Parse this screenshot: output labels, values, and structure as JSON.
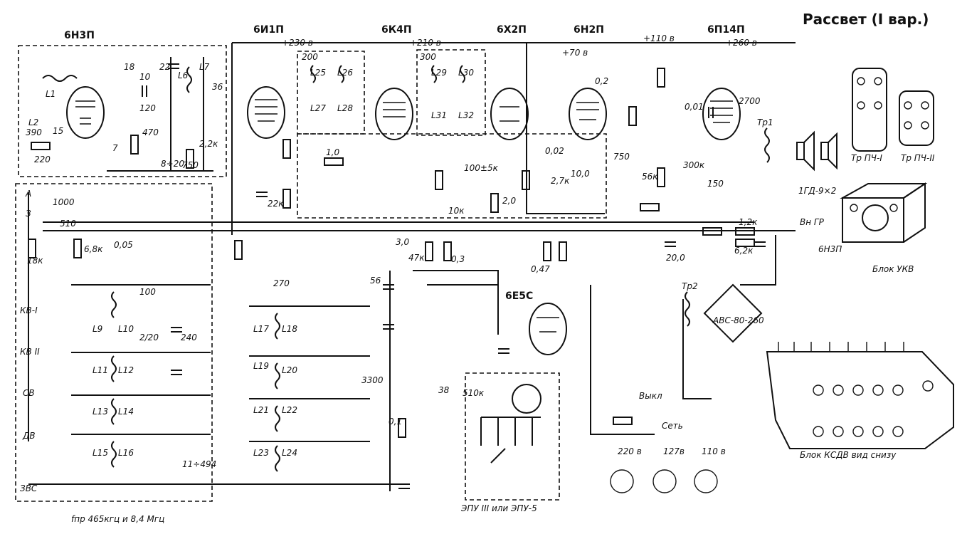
{
  "title": "Рассвет (I вар.)",
  "tubes": [
    "6Н3П",
    "6И1П",
    "6К4П",
    "6Х2П",
    "6Н2П",
    "6П14П",
    "6Е5С"
  ],
  "voltages": [
    "+230 в",
    "+210 в",
    "+70 в",
    "+110 в",
    "+260 в"
  ],
  "band_labels": [
    "А",
    "З",
    "КВ-I",
    "КВ II",
    "СВ",
    "ДВ",
    "ЗВС"
  ],
  "captions": {
    "if_freq": "fпр 465кгц и 8,4 Мгц",
    "pickup": "ЭПУ III или ЭПУ-5",
    "ukv_block": "Блок УКВ",
    "ksdv_block": "Блок КСДВ  вид снизу",
    "tr_pch1": "Тр ПЧ-I",
    "tr_pch2": "Тр ПЧ-II",
    "speakers": "1ГД-9×2",
    "ext_speaker": "Вн ГР",
    "switch": "Выкл",
    "mains": "Сеть",
    "rectifier": "АВС-80-260",
    "tube_ukv": "6Н3П"
  },
  "mains_taps": [
    "220 в",
    "127в",
    "110 в"
  ],
  "component_labels": [
    {
      "id": "L1",
      "t": "L1"
    },
    {
      "id": "L2",
      "t": "L2"
    },
    {
      "id": "L6",
      "t": "L6"
    },
    {
      "id": "L7",
      "t": "L7"
    },
    {
      "id": "L9",
      "t": "L9"
    },
    {
      "id": "L10",
      "t": "L10"
    },
    {
      "id": "L11",
      "t": "L11"
    },
    {
      "id": "L12",
      "t": "L12"
    },
    {
      "id": "L13",
      "t": "L13"
    },
    {
      "id": "L14",
      "t": "L14"
    },
    {
      "id": "L15",
      "t": "L15"
    },
    {
      "id": "L16",
      "t": "L16"
    },
    {
      "id": "L17",
      "t": "L17"
    },
    {
      "id": "L18",
      "t": "L18"
    },
    {
      "id": "L19",
      "t": "L19"
    },
    {
      "id": "L20",
      "t": "L20"
    },
    {
      "id": "L21",
      "t": "L21"
    },
    {
      "id": "L22",
      "t": "L22"
    },
    {
      "id": "L23",
      "t": "L23"
    },
    {
      "id": "L24",
      "t": "L24"
    },
    {
      "id": "L25",
      "t": "L25"
    },
    {
      "id": "L26",
      "t": "L26"
    },
    {
      "id": "L27",
      "t": "L27"
    },
    {
      "id": "L28",
      "t": "L28"
    },
    {
      "id": "L29",
      "t": "L29"
    },
    {
      "id": "L30",
      "t": "L30"
    },
    {
      "id": "L31",
      "t": "L31"
    },
    {
      "id": "L32",
      "t": "L32"
    },
    {
      "id": "Tr1",
      "t": "Тр1"
    },
    {
      "id": "Tr2",
      "t": "Тр2"
    },
    {
      "id": "c390",
      "t": "390"
    },
    {
      "id": "c15",
      "t": "15"
    },
    {
      "id": "r220",
      "t": "220"
    },
    {
      "id": "c18",
      "t": "18"
    },
    {
      "id": "c10",
      "t": "10"
    },
    {
      "id": "c22",
      "t": "22"
    },
    {
      "id": "c36",
      "t": "36"
    },
    {
      "id": "c120",
      "t": "120"
    },
    {
      "id": "r470",
      "t": "470"
    },
    {
      "id": "c7",
      "t": "7"
    },
    {
      "id": "c8_20",
      "t": "8÷20"
    },
    {
      "id": "r2_2k",
      "t": "2,2к"
    },
    {
      "id": "r750",
      "t": "750"
    },
    {
      "id": "c1000",
      "t": "1000"
    },
    {
      "id": "c510",
      "t": "510"
    },
    {
      "id": "r18k",
      "t": "18к"
    },
    {
      "id": "r6_8k",
      "t": "6,8к"
    },
    {
      "id": "c0_05",
      "t": "0,05"
    },
    {
      "id": "c100",
      "t": "100"
    },
    {
      "id": "c2_20",
      "t": "2/20"
    },
    {
      "id": "c240",
      "t": "240"
    },
    {
      "id": "c11_494",
      "t": "11÷494"
    },
    {
      "id": "c3300",
      "t": "3300"
    },
    {
      "id": "c270",
      "t": "270"
    },
    {
      "id": "c56",
      "t": "56"
    },
    {
      "id": "r22k",
      "t": "22к"
    },
    {
      "id": "r1_0",
      "t": "1,0"
    },
    {
      "id": "c200",
      "t": "200"
    },
    {
      "id": "c300",
      "t": "300"
    },
    {
      "id": "r10k",
      "t": "10к"
    },
    {
      "id": "c3_0",
      "t": "3,0"
    },
    {
      "id": "r47k",
      "t": "47к"
    },
    {
      "id": "r0_3",
      "t": "0,3"
    },
    {
      "id": "r0_47",
      "t": "0,47"
    },
    {
      "id": "c0_1",
      "t": "0,1"
    },
    {
      "id": "r100",
      "t": "100±5к"
    },
    {
      "id": "r2_0",
      "t": "2,0"
    },
    {
      "id": "c0_02",
      "t": "0,02"
    },
    {
      "id": "r2_7k",
      "t": "2,7к"
    },
    {
      "id": "c10_0",
      "t": "10,0"
    },
    {
      "id": "r0_2",
      "t": "0,2"
    },
    {
      "id": "c750",
      "t": "750"
    },
    {
      "id": "r56k",
      "t": "56к"
    },
    {
      "id": "c0_01",
      "t": "0,01"
    },
    {
      "id": "r300k",
      "t": "300к"
    },
    {
      "id": "r150",
      "t": "150"
    },
    {
      "id": "c2700",
      "t": "2700"
    },
    {
      "id": "r1_2k",
      "t": "1,2к"
    },
    {
      "id": "r6_2k",
      "t": "6,2к"
    },
    {
      "id": "c20_0",
      "t": "20,0"
    },
    {
      "id": "r510k",
      "t": "510к"
    },
    {
      "id": "c38",
      "t": "38"
    }
  ]
}
